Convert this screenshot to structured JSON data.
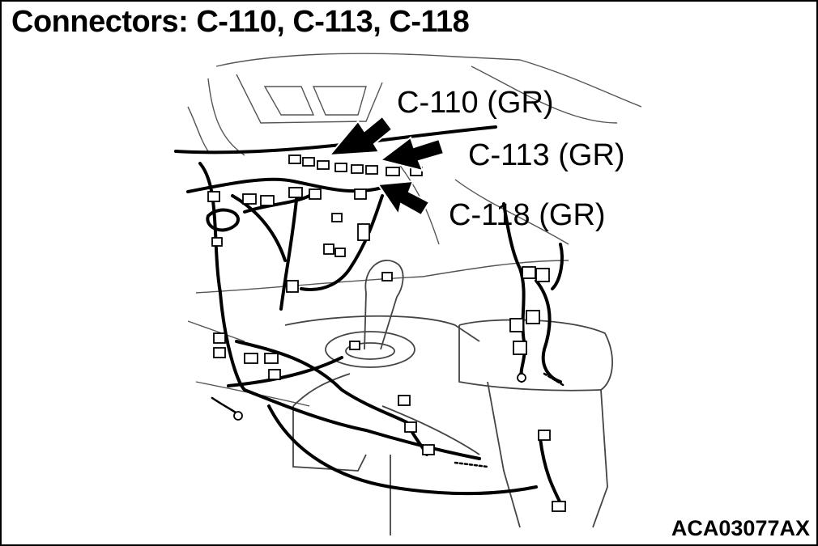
{
  "title": "Connectors: C-110, C-113, C-118",
  "callouts": [
    {
      "id": "c110",
      "label": "C-110 (GR)"
    },
    {
      "id": "c113",
      "label": "C-113 (GR)"
    },
    {
      "id": "c118",
      "label": "C-118 (GR)"
    }
  ],
  "figure_id": "ACA03077AX"
}
